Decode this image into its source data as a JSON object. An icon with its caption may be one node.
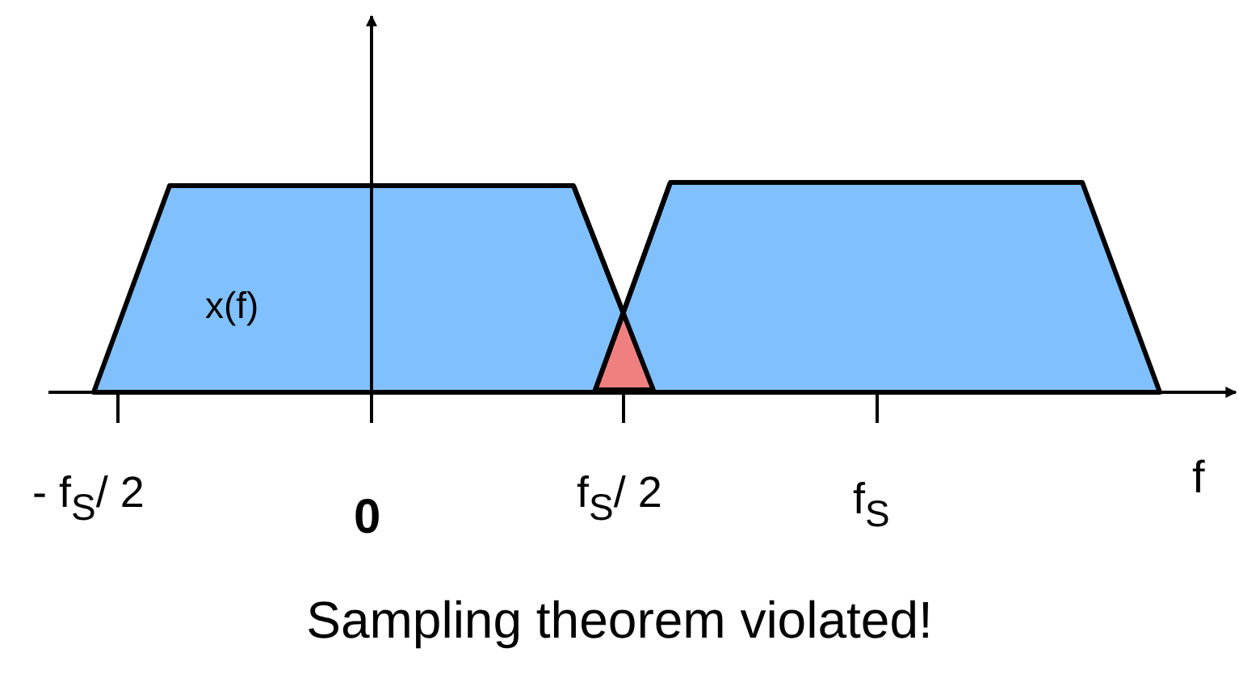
{
  "diagram": {
    "caption": "Sampling theorem violated!",
    "labels": [
      "x(f)",
      "- f$_{S}$/ 2",
      "0",
      "f$_{S}$/ 2",
      "f$_{S}$",
      "f"
    ]
  }
}
